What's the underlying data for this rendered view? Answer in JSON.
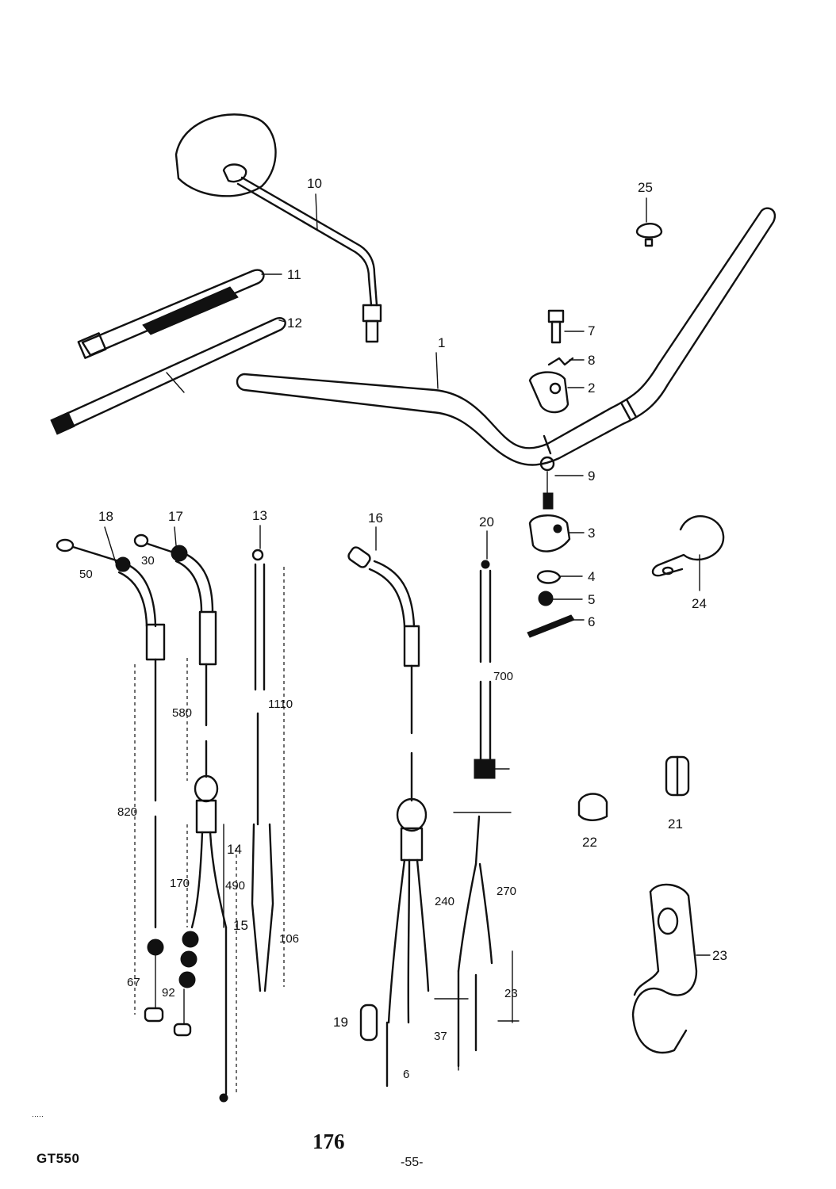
{
  "part_labels": [
    "1",
    "2",
    "3",
    "4",
    "5",
    "6",
    "7",
    "8",
    "9",
    "10",
    "11",
    "12",
    "13",
    "14",
    "15",
    "16",
    "17",
    "18",
    "19",
    "20",
    "21",
    "22",
    "23",
    "24",
    "25"
  ],
  "dimensions": [
    "50",
    "30",
    "580",
    "820",
    "170",
    "490",
    "67",
    "92",
    "1110",
    "106",
    "700",
    "240",
    "270",
    "23",
    "37",
    "6",
    "14",
    "15"
  ],
  "footer": {
    "model": "GT550",
    "page_number": "176",
    "sub_page": "-55-"
  }
}
